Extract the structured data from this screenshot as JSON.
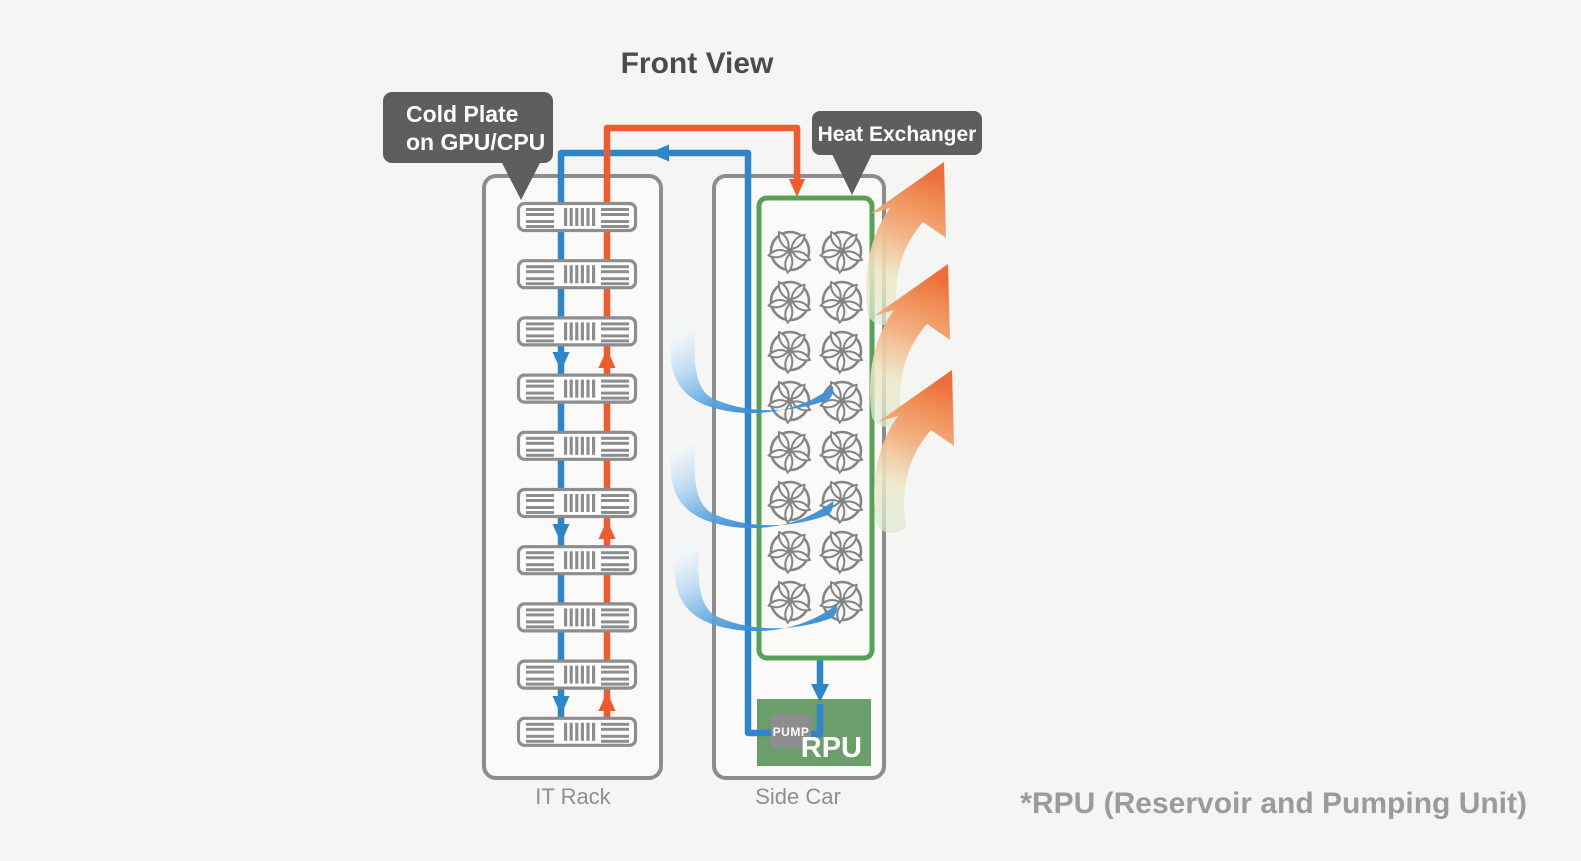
{
  "title": "Front View",
  "callouts": {
    "cold_plate": {
      "line1": "Cold Plate",
      "line2": "on GPU/CPU"
    },
    "heat_exchanger": {
      "label": "Heat Exchanger"
    }
  },
  "rack": {
    "label": "IT Rack",
    "server_count": 10
  },
  "side_car": {
    "label": "Side Car",
    "fan_rows": 8,
    "fan_columns": 2,
    "rpu_label": "RPU",
    "pump_label": "PUMP"
  },
  "footnote": "*RPU (Reservoir and Pumping Unit)",
  "airflow": {
    "cold_intake_arrows": 3,
    "hot_exhaust_arrows": 3
  },
  "colors": {
    "bg": "#f5f5f3",
    "cold_line": "#2E86C9",
    "hot_line": "#F05B2D",
    "hx_border": "#57A058",
    "rpu_fill": "#6B9E6B",
    "callout_bg": "#5E5E5E",
    "outline_gray": "#8D8D8D",
    "title_text": "#4B4B4B",
    "footnote_text": "#9B9B9B",
    "label_text": "#8F8F8F"
  }
}
